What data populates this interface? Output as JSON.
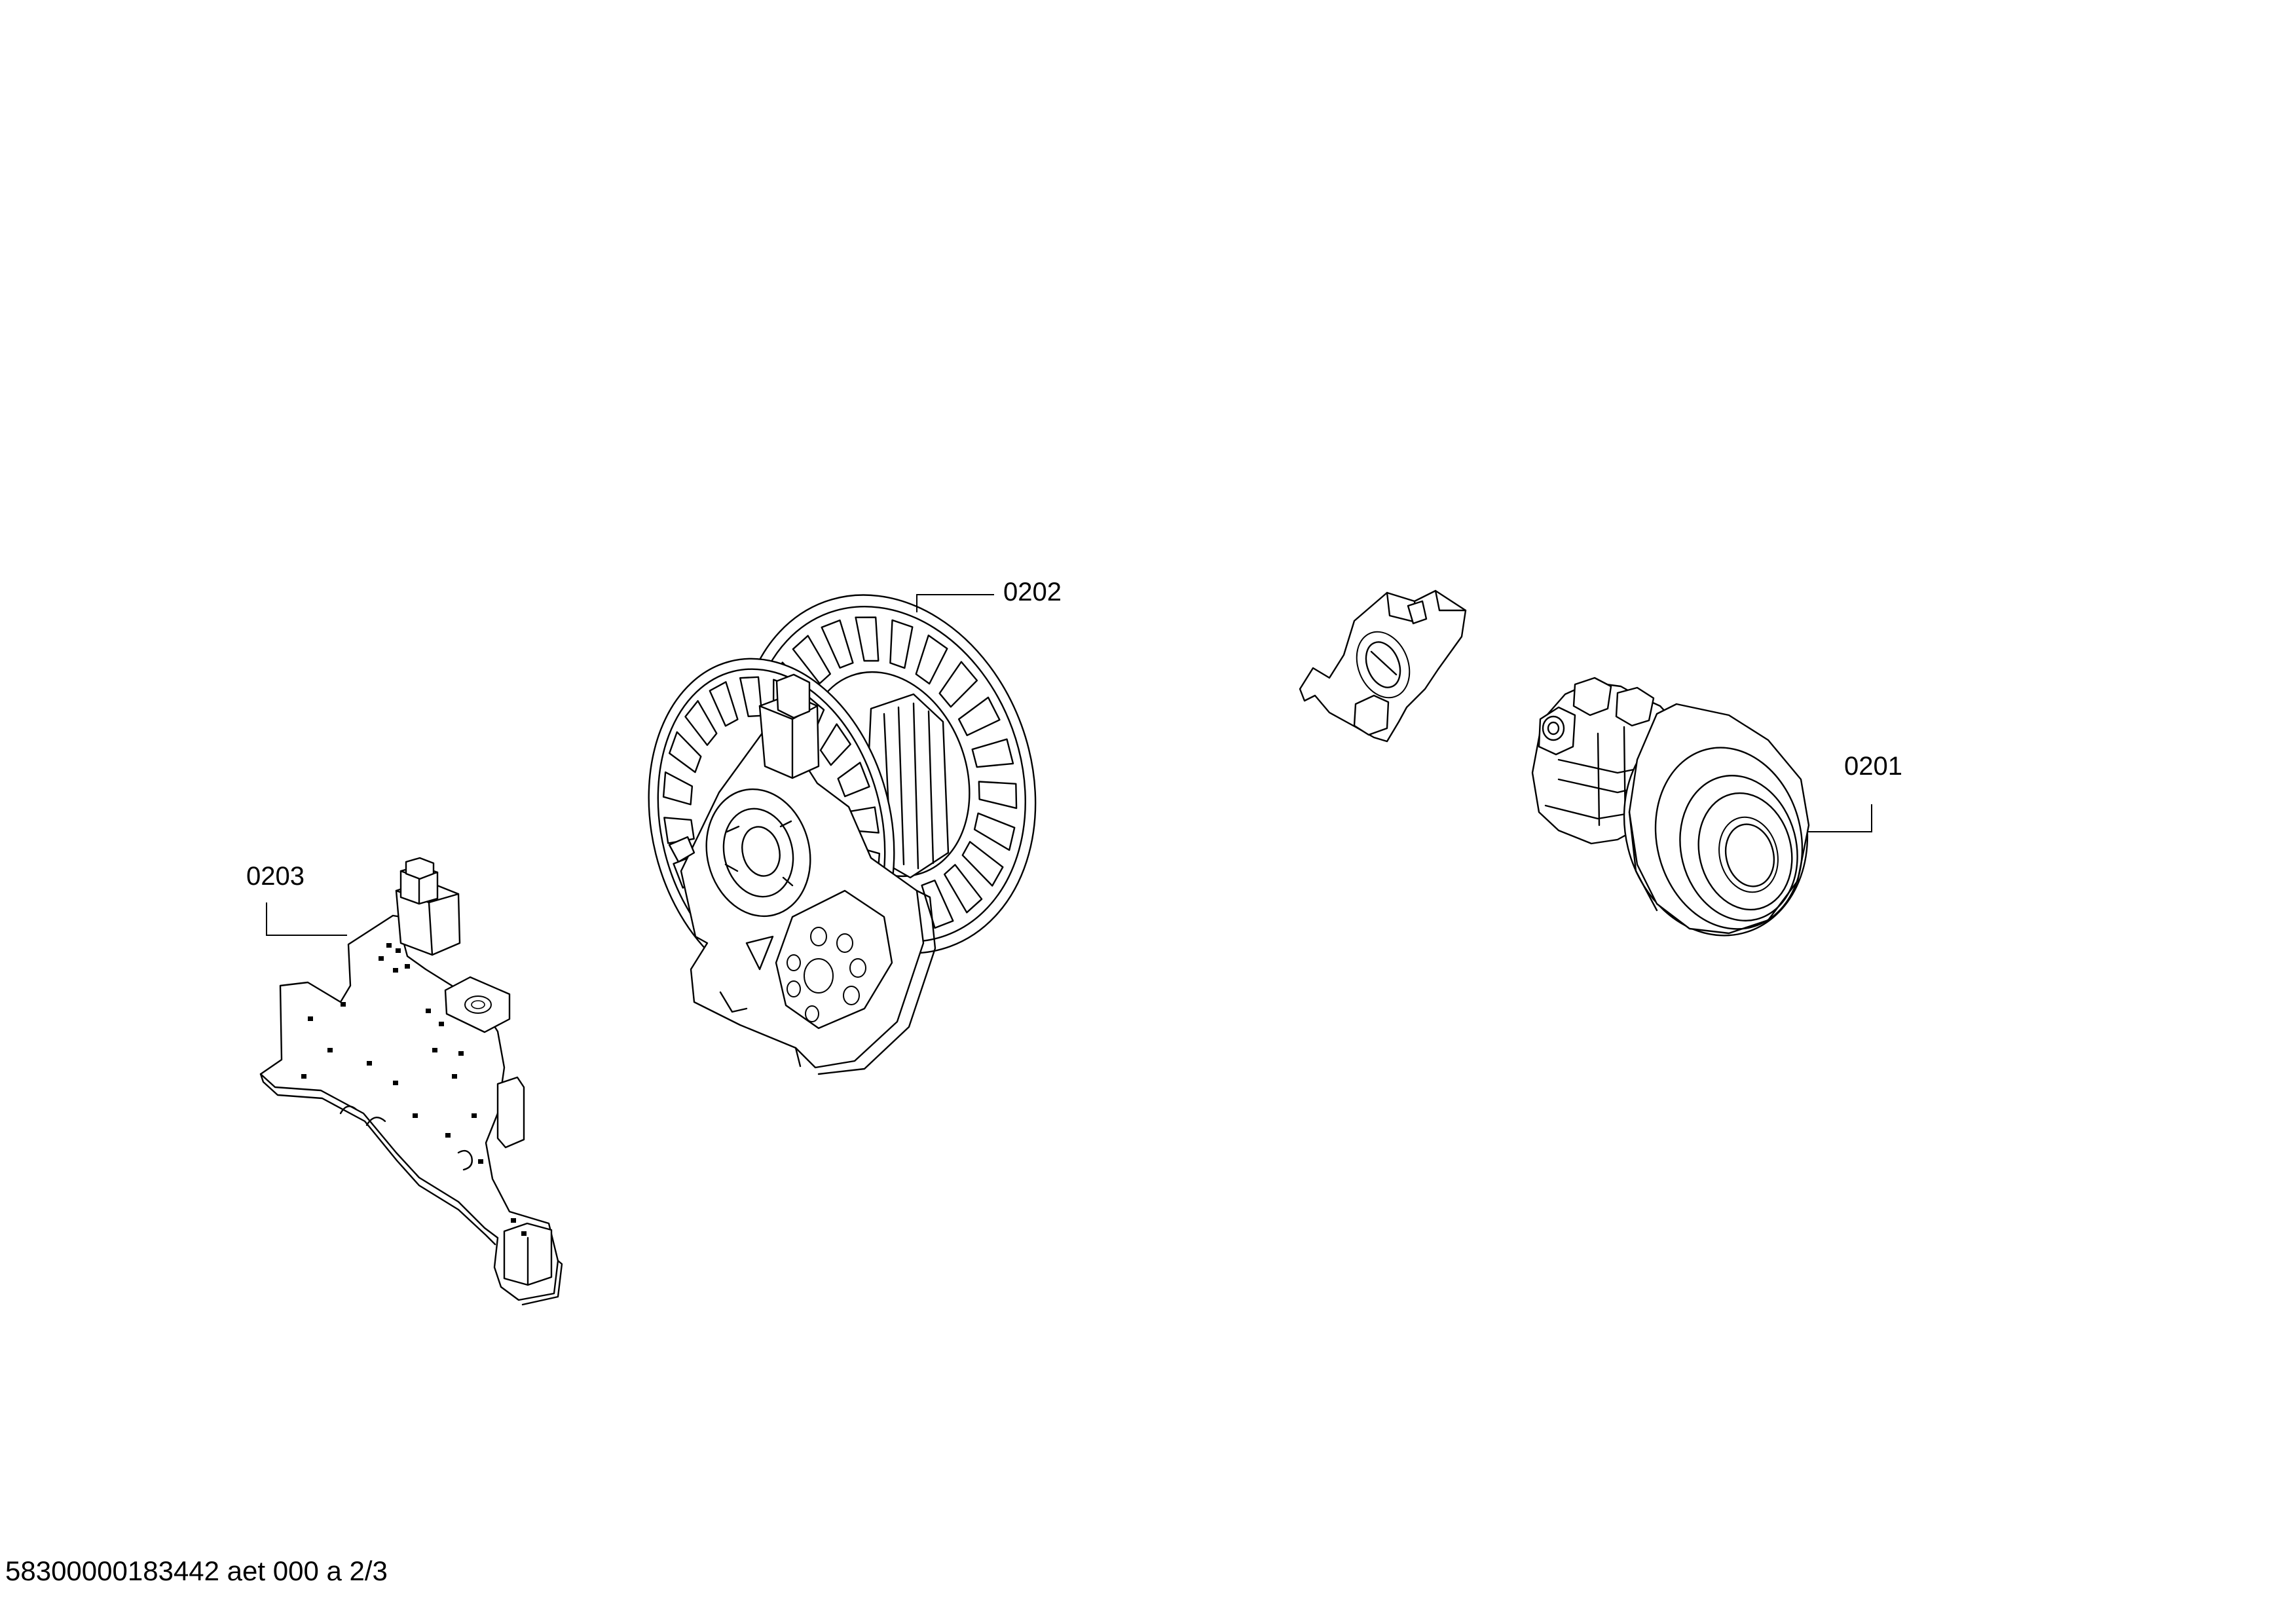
{
  "diagram": {
    "parts": [
      {
        "id": "motor",
        "label": "0201",
        "icon": "vacuum-motor"
      },
      {
        "id": "cable-reel",
        "label": "0202",
        "icon": "cable-reel"
      },
      {
        "id": "electronics-board",
        "label": "0203",
        "icon": "circuit-bracket"
      },
      {
        "id": "motor-mount",
        "label": "",
        "icon": "motor-mount-bracket"
      }
    ]
  },
  "footer": {
    "reference": "58300000183442 aet 000 a 2/3"
  }
}
